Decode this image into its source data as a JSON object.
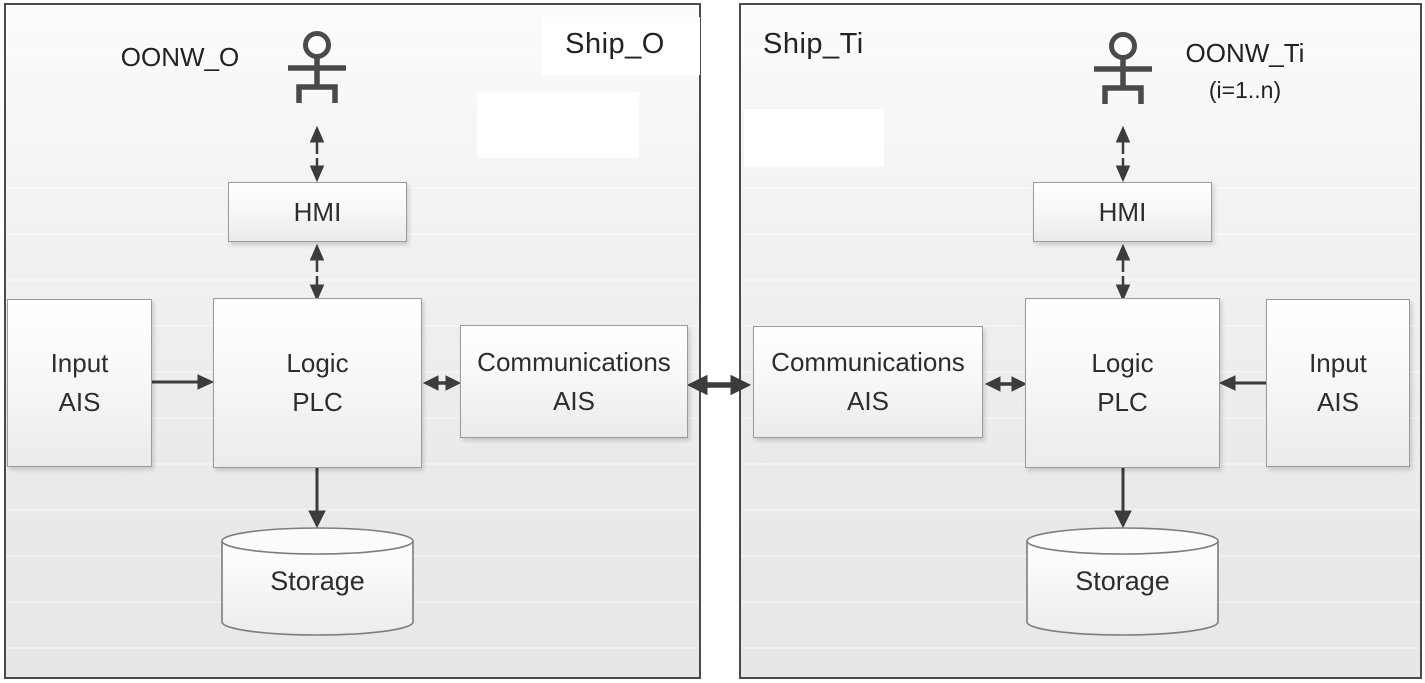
{
  "figure": {
    "type": "system-architecture-diagram",
    "panels": {
      "ship_o": {
        "title": "Ship_O",
        "actor": "OONW_O",
        "hmi": "HMI",
        "input": {
          "line1": "Input",
          "line2": "AIS"
        },
        "plc": {
          "line1": "Logic",
          "line2": "PLC"
        },
        "comms": {
          "line1": "Communications",
          "line2": "AIS"
        },
        "storage": "Storage"
      },
      "ship_ti": {
        "title": "Ship_Ti",
        "actor": "OONW_Ti",
        "actor_sub": "(i=1..n)",
        "hmi": "HMI",
        "input": {
          "line1": "Input",
          "line2": "AIS"
        },
        "plc": {
          "line1": "Logic",
          "line2": "PLC"
        },
        "comms": {
          "line1": "Communications",
          "line2": "AIS"
        },
        "storage": "Storage"
      }
    },
    "colors": {
      "panel_border": "#4a4a4a",
      "box_border": "#9b9b9b",
      "arrow": "#3c3c3c",
      "text": "#2d2d2d"
    }
  }
}
